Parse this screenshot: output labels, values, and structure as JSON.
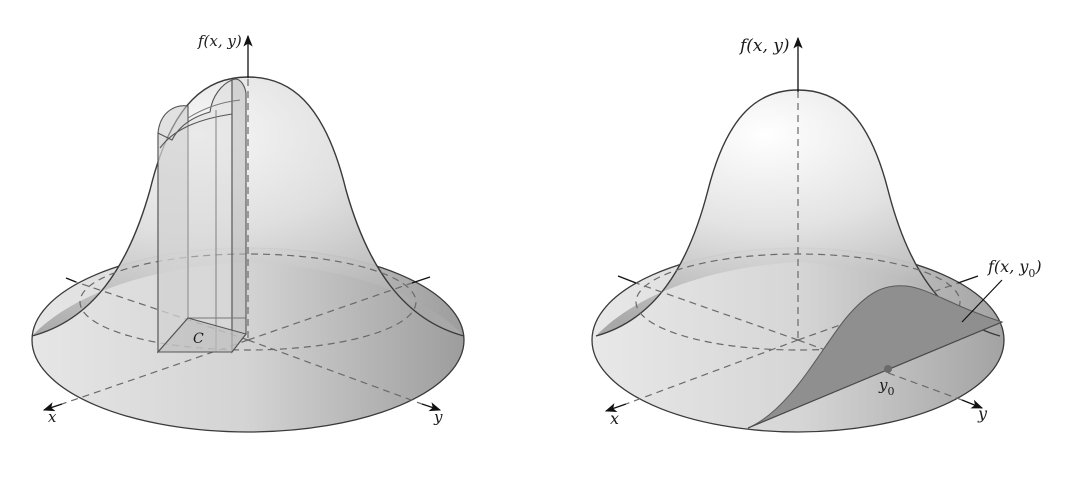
{
  "left_panel": {
    "z_axis_label": "f(x, y)",
    "x_axis_label": "x",
    "y_axis_label": "y",
    "region_label": "C"
  },
  "right_panel": {
    "z_axis_label": "f(x, y)",
    "x_axis_label": "x",
    "y_axis_label": "y",
    "slice_label": "f(x, y0)",
    "slice_label_main": "f(x, y",
    "slice_label_sub": "0",
    "slice_label_close": ")",
    "point_label_main": "y",
    "point_label_sub": "0"
  },
  "colors": {
    "surface_light": "#f2f2f2",
    "surface_dark": "#9a9a9a",
    "base_fill": "#cfcfcf",
    "slice_fill": "#8c8c8c",
    "outline": "#3a3a3a"
  }
}
